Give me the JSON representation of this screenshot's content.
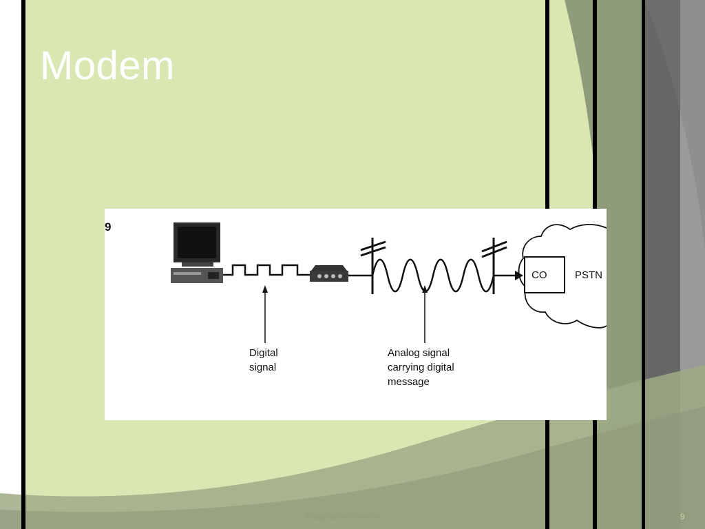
{
  "slide": {
    "title": "Modem",
    "footer": "Fragmented Internet",
    "page_number": "9"
  },
  "figure": {
    "corner_label": "9",
    "co_label": "CO",
    "pstn_label": "PSTN",
    "digital_label_line1": "Digital",
    "digital_label_line2": "signal",
    "analog_label_line1": "Analog signal",
    "analog_label_line2": "carrying digital",
    "analog_label_line3": "message"
  },
  "colors": {
    "background": "#d9e8b3",
    "title": "#ffffff",
    "strip_dark": "#6b6b6b",
    "strip_light": "#8f9c7c"
  }
}
